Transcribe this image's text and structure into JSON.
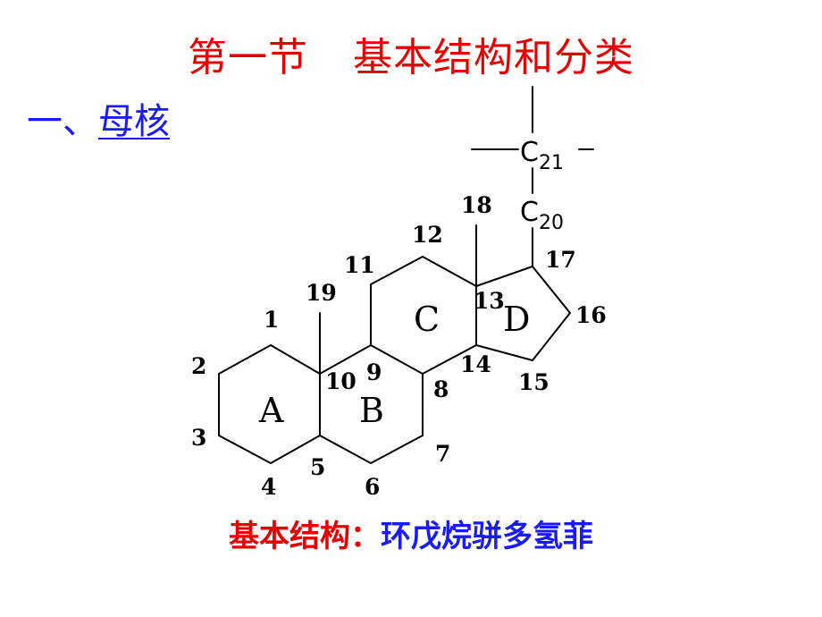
{
  "title": {
    "part1": "第一节",
    "part2": "基本结构和分类"
  },
  "subtitle": {
    "prefix": "一、",
    "text": "母核"
  },
  "rings": {
    "A": "A",
    "B": "B",
    "C": "C",
    "D": "D"
  },
  "atom_numbers": {
    "n1": "1",
    "n2": "2",
    "n3": "3",
    "n4": "4",
    "n5": "5",
    "n6": "6",
    "n7": "7",
    "n8": "8",
    "n9": "9",
    "n10": "10",
    "n11": "11",
    "n12": "12",
    "n13": "13",
    "n14": "14",
    "n15": "15",
    "n16": "16",
    "n17": "17",
    "n18": "18",
    "n19": "19"
  },
  "side_chain": {
    "c20": {
      "symbol": "C",
      "subscript": "20"
    },
    "c21": {
      "symbol": "C",
      "subscript": "21"
    }
  },
  "footer": {
    "label": "基本结构：",
    "value": "环戊烷骈多氢菲"
  }
}
